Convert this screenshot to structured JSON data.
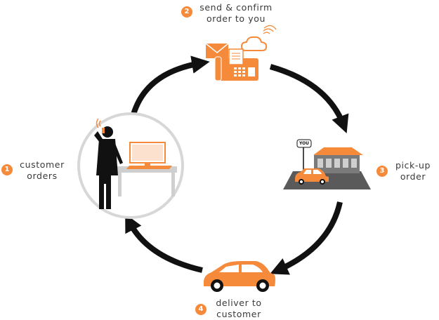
{
  "colors": {
    "accent": "#f58a3a",
    "arrow": "#111111",
    "circle_outline": "#d7d7d7",
    "figure": "#111111",
    "building": "#7a7a7a",
    "road": "#5a5a5a"
  },
  "steps": [
    {
      "number": "1",
      "lines": [
        "customer",
        "orders"
      ]
    },
    {
      "number": "2",
      "lines": [
        "send & confirm",
        "order to you"
      ]
    },
    {
      "number": "3",
      "lines": [
        "pick-up",
        "order"
      ]
    },
    {
      "number": "4",
      "lines": [
        "deliver to",
        "customer"
      ]
    }
  ],
  "sign": {
    "text": "YOU"
  },
  "icons": {
    "customer": "person-on-phone-at-computer-icon",
    "communication": "envelope-fax-cloud-icon",
    "pickup": "restaurant-with-car-icon",
    "delivery": "delivery-car-icon"
  }
}
